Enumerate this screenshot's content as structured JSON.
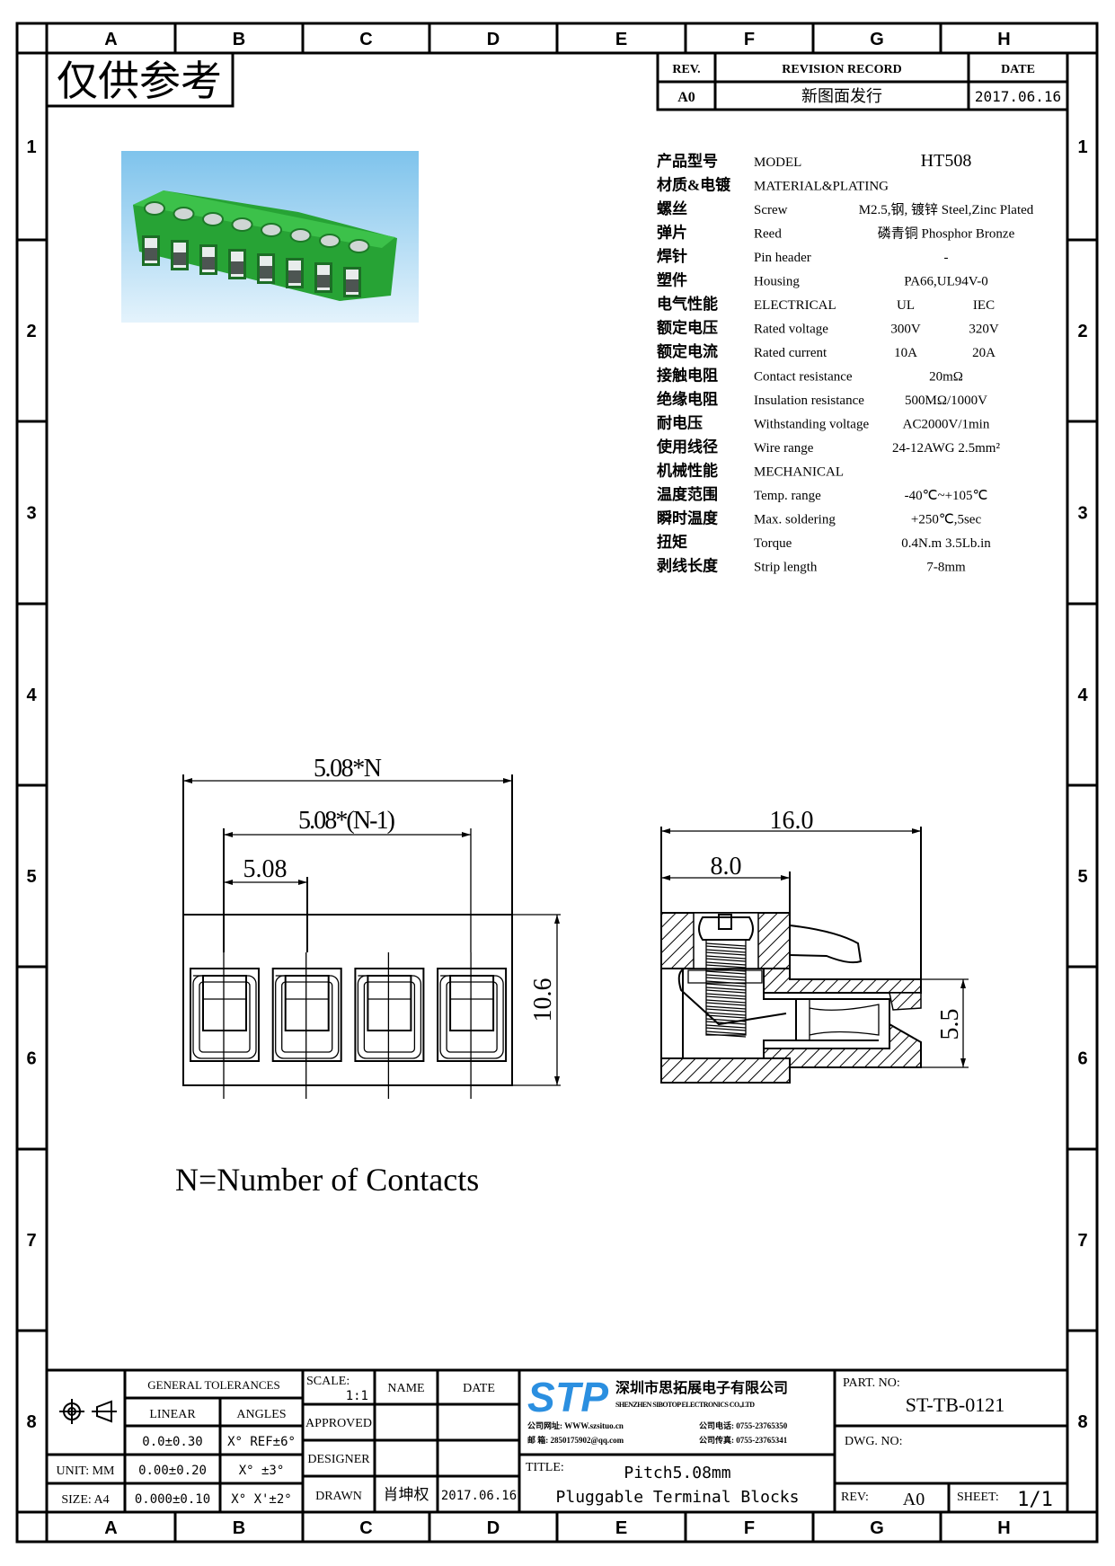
{
  "stamp": "仅供参考",
  "grid": {
    "columns": [
      "A",
      "B",
      "C",
      "D",
      "E",
      "F",
      "G",
      "H"
    ],
    "rows": [
      "1",
      "2",
      "3",
      "4",
      "5",
      "6",
      "7",
      "8"
    ]
  },
  "revision": {
    "rev_header": "REV.",
    "record_header": "REVISION RECORD",
    "date_header": "DATE",
    "rev": "A0",
    "record": "新图面发行",
    "date": "2017.06.16"
  },
  "specs": [
    {
      "cn": "产品型号",
      "en": "MODEL",
      "value": "HT508"
    },
    {
      "cn": "材质&电镀",
      "en": "MATERIAL&PLATING"
    },
    {
      "cn": "螺丝",
      "en": "Screw",
      "value": "M2.5,钢, 镀锌 Steel,Zinc Plated"
    },
    {
      "cn": "弹片",
      "en": "Reed",
      "value": "磷青铜 Phosphor Bronze"
    },
    {
      "cn": "焊针",
      "en": "Pin header",
      "value": "-"
    },
    {
      "cn": "塑件",
      "en": "Housing",
      "value": "PA66,UL94V-0"
    },
    {
      "cn": "电气性能",
      "en": "ELECTRICAL",
      "ul": "UL",
      "iec": "IEC"
    },
    {
      "cn": "额定电压",
      "en": "Rated voltage",
      "ul": "300V",
      "iec": "320V"
    },
    {
      "cn": "额定电流",
      "en": "Rated current",
      "ul": "10A",
      "iec": "20A"
    },
    {
      "cn": "接触电阻",
      "en": "Contact resistance",
      "value": "20mΩ"
    },
    {
      "cn": "绝缘电阻",
      "en": "Insulation resistance",
      "value": "500MΩ/1000V"
    },
    {
      "cn": "耐电压",
      "en": "Withstanding voltage",
      "value": "AC2000V/1min"
    },
    {
      "cn": "使用线径",
      "en": "Wire range",
      "value": "24-12AWG 2.5mm²"
    },
    {
      "cn": "机械性能",
      "en": "MECHANICAL"
    },
    {
      "cn": "温度范围",
      "en": "Temp. range",
      "value": "-40℃~+105℃"
    },
    {
      "cn": "瞬时温度",
      "en": "Max. soldering",
      "value": "+250℃,5sec"
    },
    {
      "cn": "扭矩",
      "en": "Torque",
      "value": "0.4N.m  3.5Lb.in"
    },
    {
      "cn": "剥线长度",
      "en": "Strip length",
      "value": "7-8mm"
    }
  ],
  "front_view": {
    "total_width": "5.08*N",
    "pitch_span": "5.08*(N-1)",
    "pitch": "5.08",
    "height": "10.6",
    "slot_count": 4
  },
  "side_view": {
    "length": "16.0",
    "half_length": "8.0",
    "height": "5.5"
  },
  "note": "N=Number of Contacts",
  "photo": {
    "terminal_count": 8,
    "body_color": "#2fae3c"
  },
  "title_block": {
    "general_tolerances": "GENERAL TOLERANCES",
    "linear": "LINEAR",
    "angles": "ANGLES",
    "tol_rows": [
      {
        "label": "",
        "linear": "0.0±0.30",
        "angle": "X° REF±6°"
      },
      {
        "label": "UNIT: MM",
        "linear": "0.00±0.20",
        "angle": "X° ±3°"
      },
      {
        "label": "SIZE: A4",
        "linear": "0.000±0.10",
        "angle": "X° X'±2°"
      }
    ],
    "scale_label": "SCALE:",
    "scale": "1:1",
    "name_header": "NAME",
    "date_header": "DATE",
    "approved": "APPROVED",
    "designer": "DESIGNER",
    "drawn": "DRAWN",
    "drawn_name": "肖坤权",
    "drawn_date": "2017.06.16",
    "company_logo": "STP",
    "company_cn": "深圳市思拓展电子有限公司",
    "company_en": "SHENZHEN SIBOTOP ELECTRONICS CO.,LTD",
    "website": "公司网址: WWW.szsituo.cn",
    "email": "邮    箱: 2850175902@qq.com",
    "phone": "公司电话: 0755-23765350",
    "fax": "公司传真: 0755-23765341",
    "title_label": "TITLE:",
    "title_line1": "Pitch5.08mm",
    "title_line2": "Pluggable Terminal Blocks",
    "part_no_label": "PART. NO:",
    "part_no": "ST-TB-0121",
    "dwg_no_label": "DWG. NO:",
    "rev_label": "REV:",
    "rev": "A0",
    "sheet_label": "SHEET:",
    "sheet": "1/1"
  },
  "colors": {
    "logo_blue": "#2b8fe0",
    "photo_sky_top": "#7ec3ec",
    "photo_sky_bottom": "#dff0fb"
  }
}
